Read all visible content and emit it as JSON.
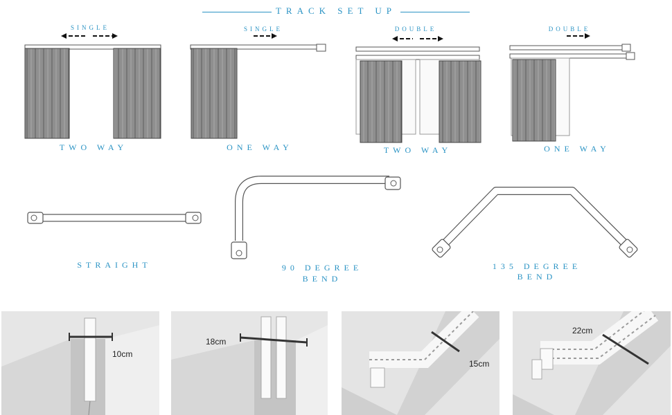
{
  "title": "TRACK SET UP",
  "setups": [
    {
      "direction": "SINGLE",
      "label": "TWO WAY"
    },
    {
      "direction": "SINGLE",
      "label": "ONE WAY"
    },
    {
      "direction": "DOUBLE",
      "label": "TWO WAY"
    },
    {
      "direction": "DOUBLE",
      "label": "ONE WAY"
    }
  ],
  "bends": [
    {
      "label": "STRAIGHT"
    },
    {
      "label_line1": "90 DEGREE",
      "label_line2": "BEND"
    },
    {
      "label_line1": "135 DEGREE",
      "label_line2": "BEND"
    }
  ],
  "measurements": [
    "10cm",
    "18cm",
    "15cm",
    "22cm"
  ],
  "colors": {
    "accent": "#2a93c4",
    "curtain": "#8f8f8f",
    "line": "#555555"
  }
}
